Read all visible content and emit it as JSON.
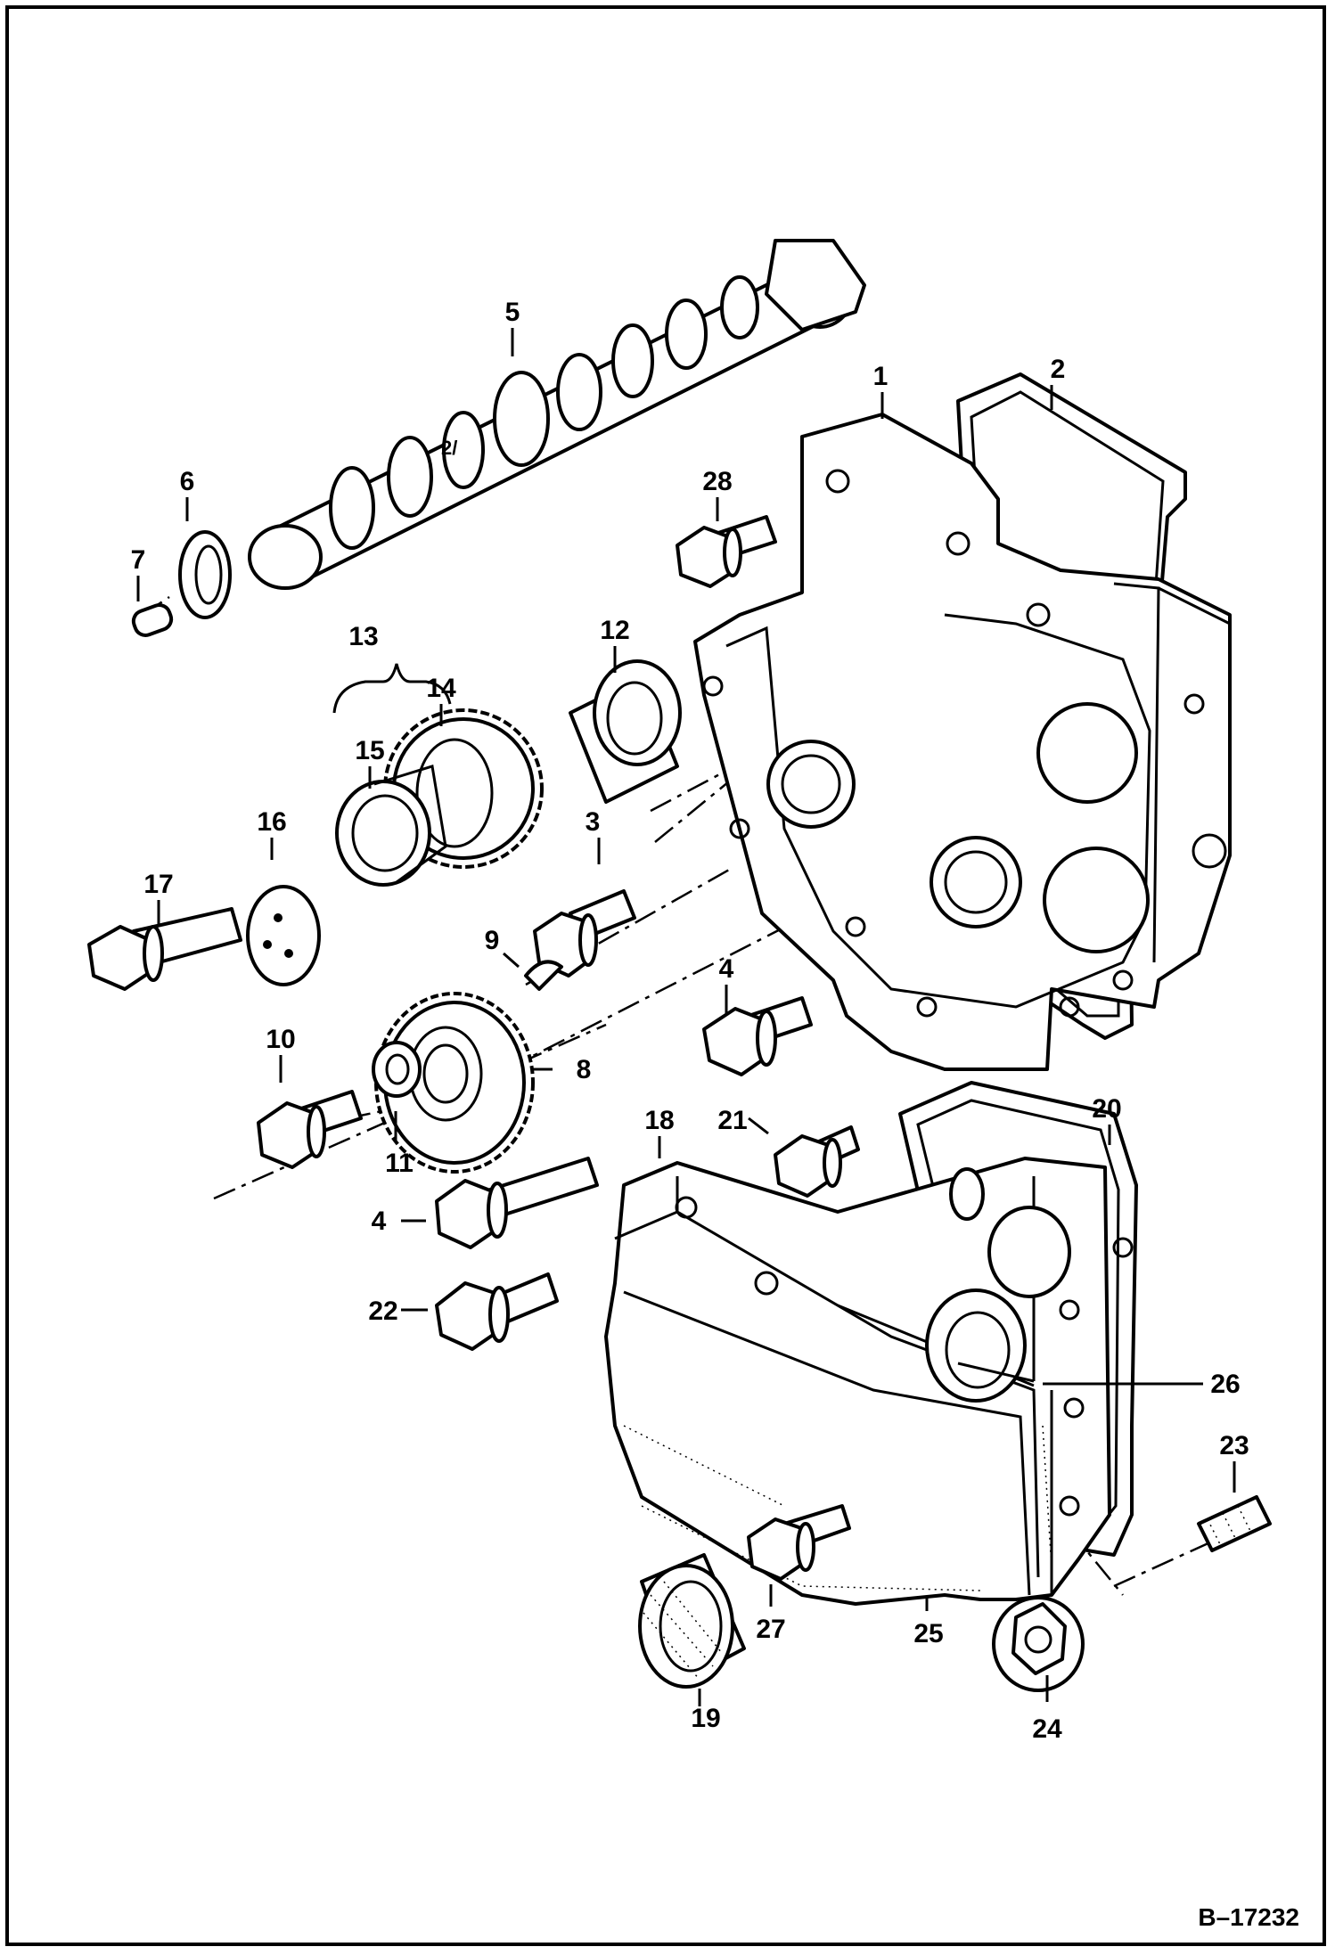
{
  "figure_ref": "B–17232",
  "callouts": {
    "c1": "1",
    "c2": "2",
    "c3": "3",
    "c4a": "4",
    "c4b": "4",
    "c5": "5",
    "c6": "6",
    "c7": "7",
    "c8": "8",
    "c9": "9",
    "c10": "10",
    "c11": "11",
    "c12": "12",
    "c13": "13",
    "c14": "14",
    "c15": "15",
    "c16": "16",
    "c17": "17",
    "c18": "18",
    "c19": "19",
    "c20": "20",
    "c21": "21",
    "c22": "22",
    "c23": "23",
    "c24": "24",
    "c25": "25",
    "c26": "26",
    "c27": "27",
    "c28": "28"
  }
}
